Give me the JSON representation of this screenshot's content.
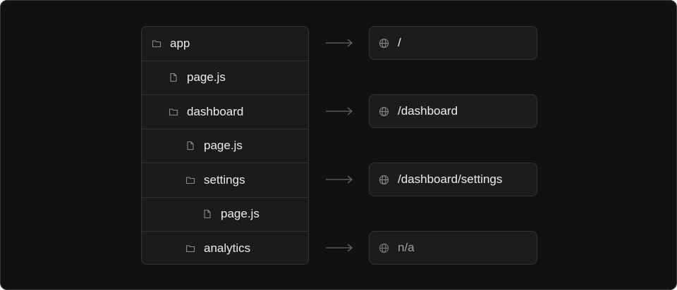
{
  "tree": {
    "items": [
      {
        "label": "app",
        "type": "folder",
        "depth": 0
      },
      {
        "label": "page.js",
        "type": "file",
        "depth": 1
      },
      {
        "label": "dashboard",
        "type": "folder",
        "depth": 1
      },
      {
        "label": "page.js",
        "type": "file",
        "depth": 2
      },
      {
        "label": "settings",
        "type": "folder",
        "depth": 2
      },
      {
        "label": "page.js",
        "type": "file",
        "depth": 3
      },
      {
        "label": "analytics",
        "type": "folder",
        "depth": 2
      }
    ]
  },
  "routes": [
    {
      "label": "/",
      "icon": "globe-icon",
      "row": 0
    },
    {
      "label": "/dashboard",
      "icon": "globe-icon",
      "row": 2
    },
    {
      "label": "/dashboard/settings",
      "icon": "globe-icon",
      "row": 4
    },
    {
      "label": "n/a",
      "icon": "globe-icon",
      "row": 6,
      "dim": true
    }
  ],
  "colors": {
    "background": "#111111",
    "panel": "#1b1b1b",
    "border": "#333333",
    "text": "#ededed",
    "muted": "#a0a0a0",
    "arrow": "#666666"
  }
}
